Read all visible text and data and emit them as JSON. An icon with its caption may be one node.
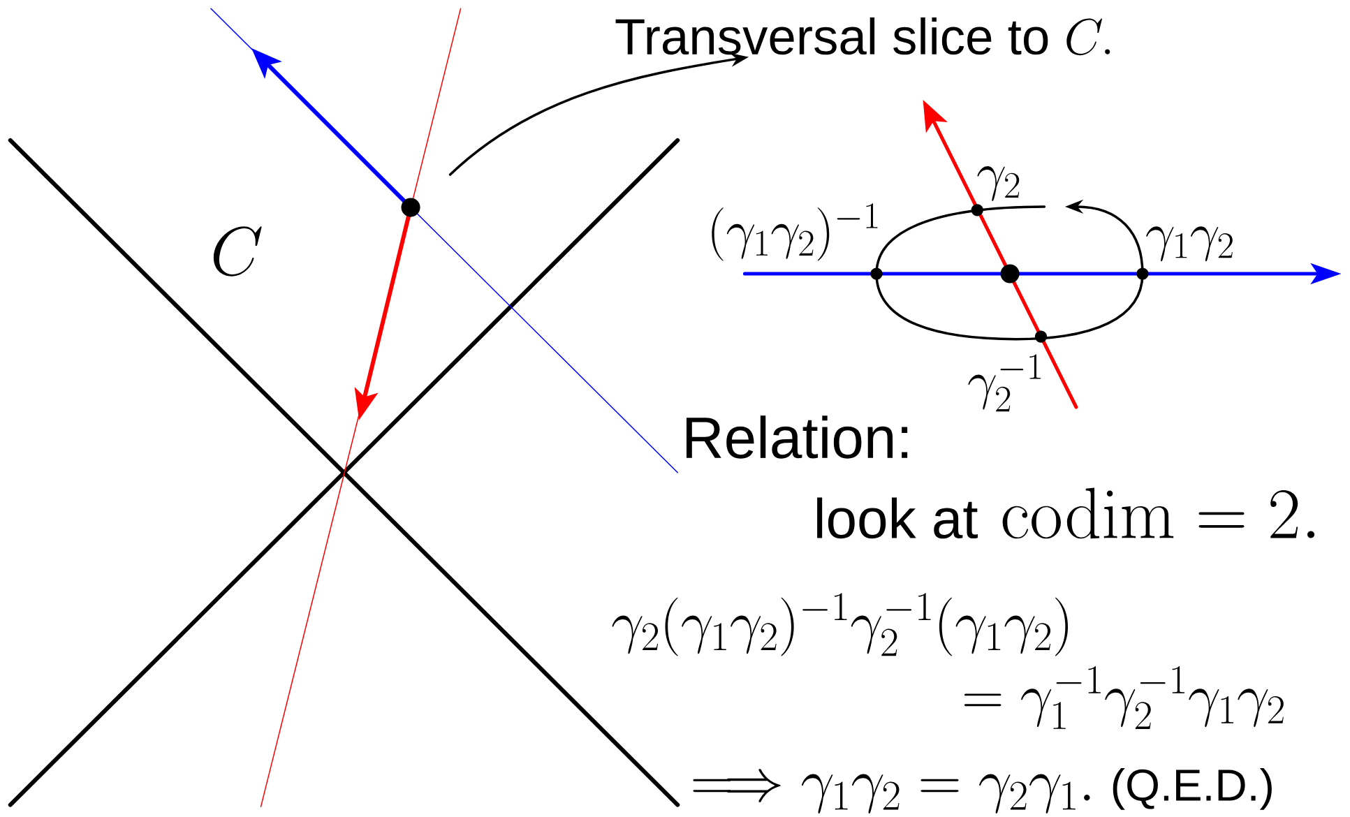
{
  "diagram": {
    "nodes": [
      {
        "text": [],
        "shape": "picture"
      },
      {
        "text": [
          "Transversal slice to",
          "C."
        ]
      }
    ],
    "edges": [
      {
        "from": 0,
        "to": 1,
        "arrow": "to"
      }
    ],
    "labels": [
      "C",
      "\\gamma_2",
      "(\\gamma_1\\gamma_2)^{-1}",
      "\\gamma_1\\gamma_2",
      "\\gamma_2^{-1}",
      "Relation:",
      "look at",
      "\\mathrm{codim} = 2.",
      "\\gamma_2(\\gamma_1\\gamma_2)^{-1}\\gamma_2^{-1}(\\gamma_1\\gamma_2)",
      "= \\gamma_1^{-1}\\gamma_2^{-1}\\gamma_1\\gamma_2",
      "\\Longrightarrow \\gamma_1\\gamma_2 = \\gamma_2\\gamma_1.",
      "(Q.E.D.)"
    ]
  }
}
